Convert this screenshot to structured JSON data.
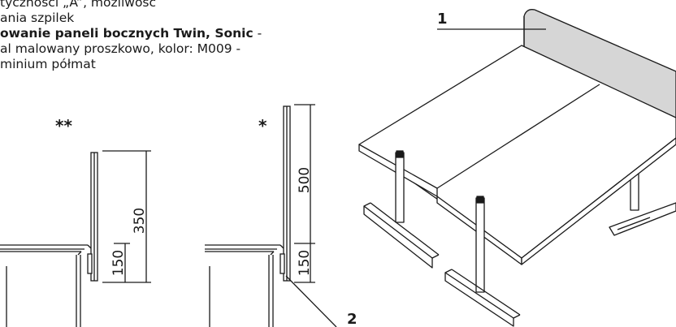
{
  "description_text": {
    "line1": "tyczności „A”, możliwość",
    "line2": "ania szpilek",
    "line3_bold": "owanie paneli bocznych Twin, Sonic",
    "line3_rest": " -",
    "line4": "al malowany proszkowo, kolor: M009 -",
    "line5": "minium półmat"
  },
  "detail_left": {
    "marker": "**",
    "dim_total": "350",
    "dim_lower": "150"
  },
  "detail_right": {
    "marker": "*",
    "dim_total": "500",
    "dim_lower": "150"
  },
  "callouts": {
    "panel": "1",
    "clamp": "2"
  },
  "colors": {
    "line": "#1a1a1a",
    "panel_fill": "#d6d6d6",
    "surface": "#ffffff"
  }
}
